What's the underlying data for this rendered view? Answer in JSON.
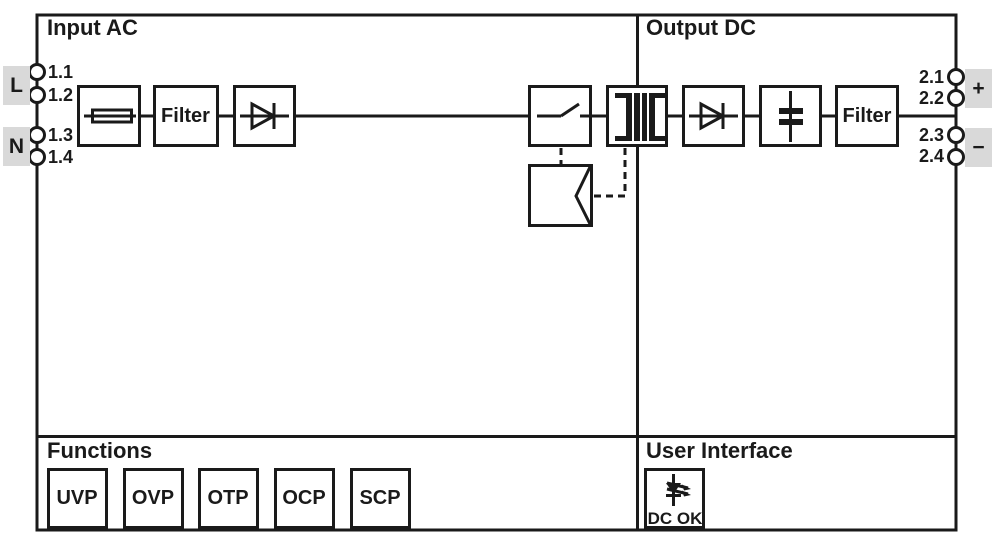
{
  "colors": {
    "line": "#1a1a1a",
    "chip_bg": "#d9d9d9",
    "background": "#ffffff"
  },
  "sections": {
    "input_ac": {
      "title": "Input AC"
    },
    "output_dc": {
      "title": "Output DC"
    },
    "functions": {
      "title": "Functions",
      "blocks": [
        "UVP",
        "OVP",
        "OTP",
        "OCP",
        "SCP"
      ]
    },
    "user_interface": {
      "title": "User Interface",
      "indicator_label": "DC OK"
    }
  },
  "terminals": {
    "left": {
      "chips": [
        "L",
        "N"
      ],
      "pins": [
        "1.1",
        "1.2",
        "1.3",
        "1.4"
      ]
    },
    "right": {
      "chips": [
        "+",
        "−"
      ],
      "pins": [
        "2.1",
        "2.2",
        "2.3",
        "2.4"
      ]
    }
  },
  "blocks": {
    "input_filter": "Filter",
    "output_filter": "Filter"
  },
  "symbols": {
    "fuse": "fuse",
    "input_rectifier": "diode",
    "switch": "switch-contact",
    "transformer": "hf-transformer",
    "output_rectifier": "diode",
    "capacitor": "capacitor",
    "control": "controller-chevron",
    "dc_ok_led": "led"
  }
}
